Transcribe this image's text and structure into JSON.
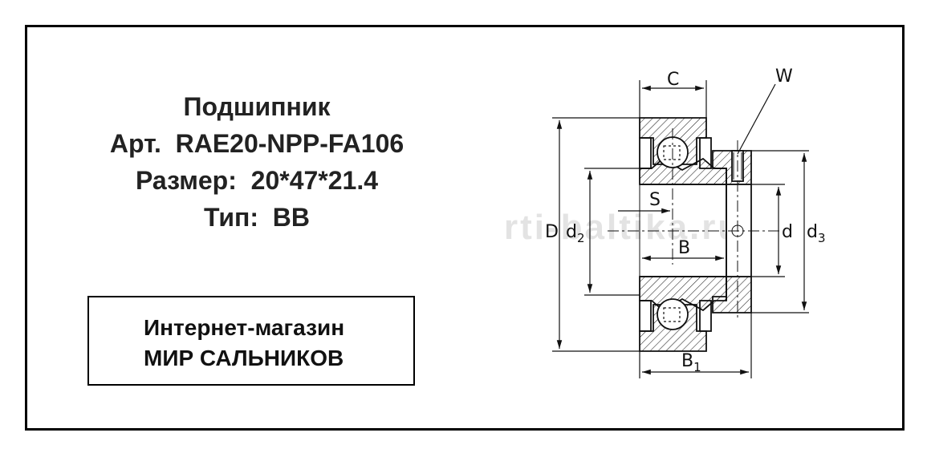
{
  "product": {
    "title": "Подшипник",
    "article_label": "Арт.",
    "article": "RAE20-NPP-FA106",
    "size_label": "Размер:",
    "size": "20*47*21.4",
    "type_label": "Тип:",
    "type": "BB"
  },
  "shop": {
    "line1": "Интернет-магазин",
    "line2": "МИР САЛЬНИКОВ"
  },
  "watermark": "rti-baltika.ru",
  "diagram": {
    "labels": {
      "C": "C",
      "W": "W",
      "S": "S",
      "B": "B",
      "B1": "B",
      "B1_sub": "1",
      "D": "D",
      "d2": "d",
      "d2_sub": "2",
      "d": "d",
      "d3": "d",
      "d3_sub": "3"
    }
  }
}
